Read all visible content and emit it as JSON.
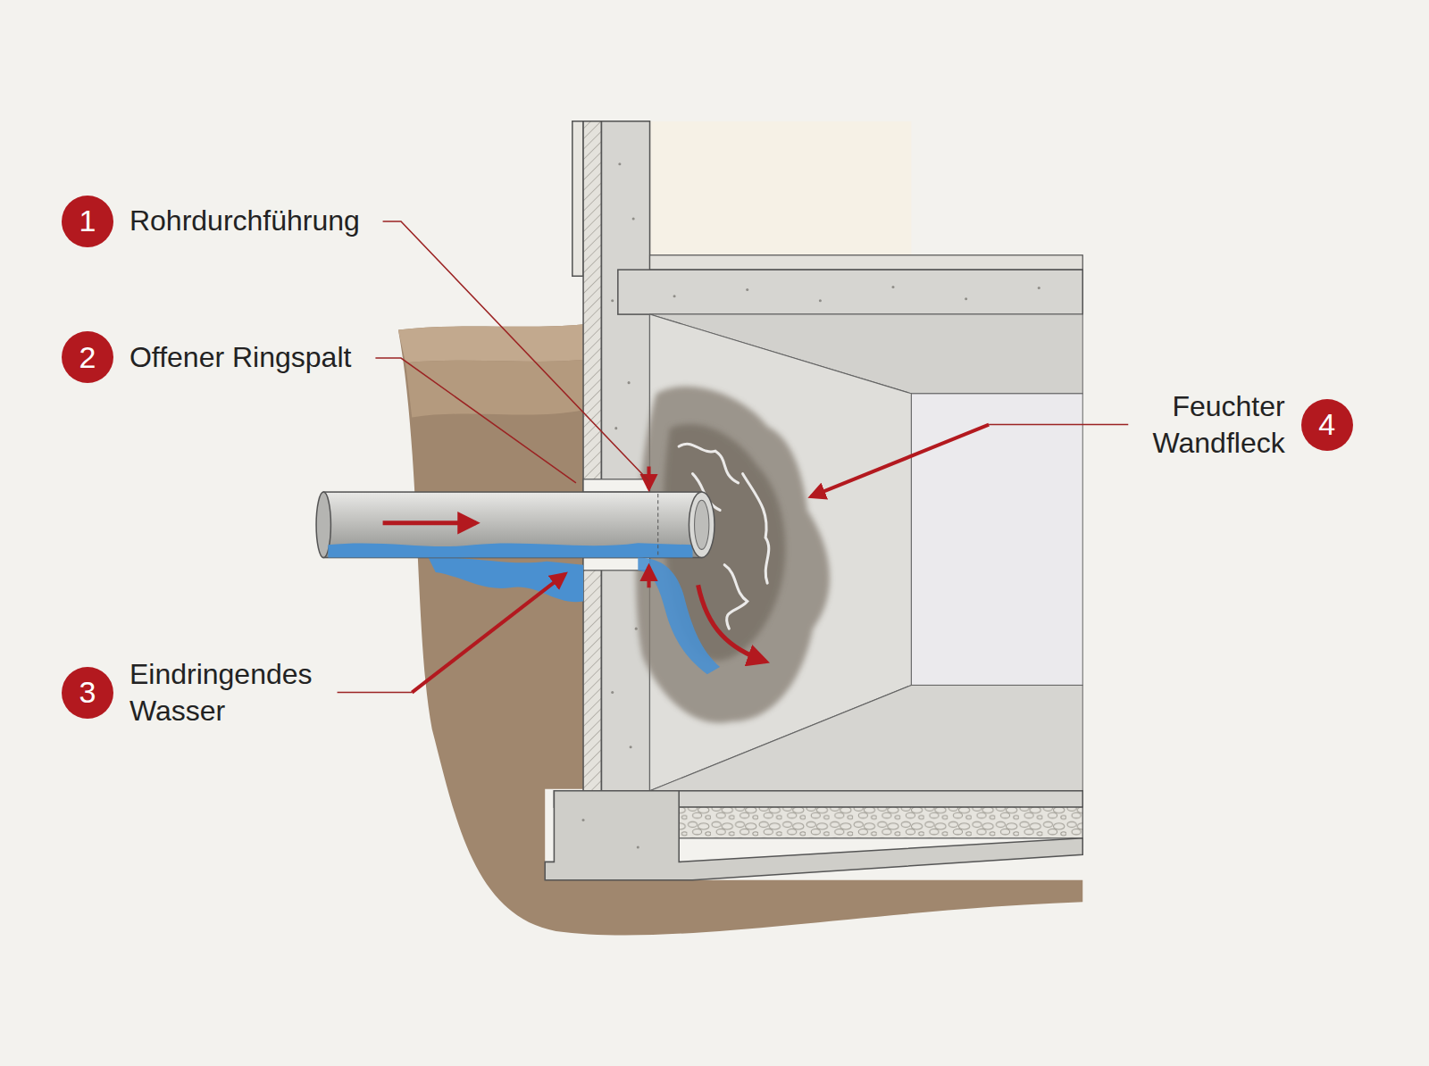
{
  "diagram": {
    "nodes": [
      {
        "text": [
          "1",
          "Rohrdurchführung"
        ]
      },
      {
        "text": [
          "2",
          "Offener Ringspalt"
        ]
      },
      {
        "text": [
          "3",
          "Eindringendes Wasser"
        ]
      },
      {
        "text": [
          "4",
          "Feuchter Wandfleck"
        ]
      }
    ]
  }
}
